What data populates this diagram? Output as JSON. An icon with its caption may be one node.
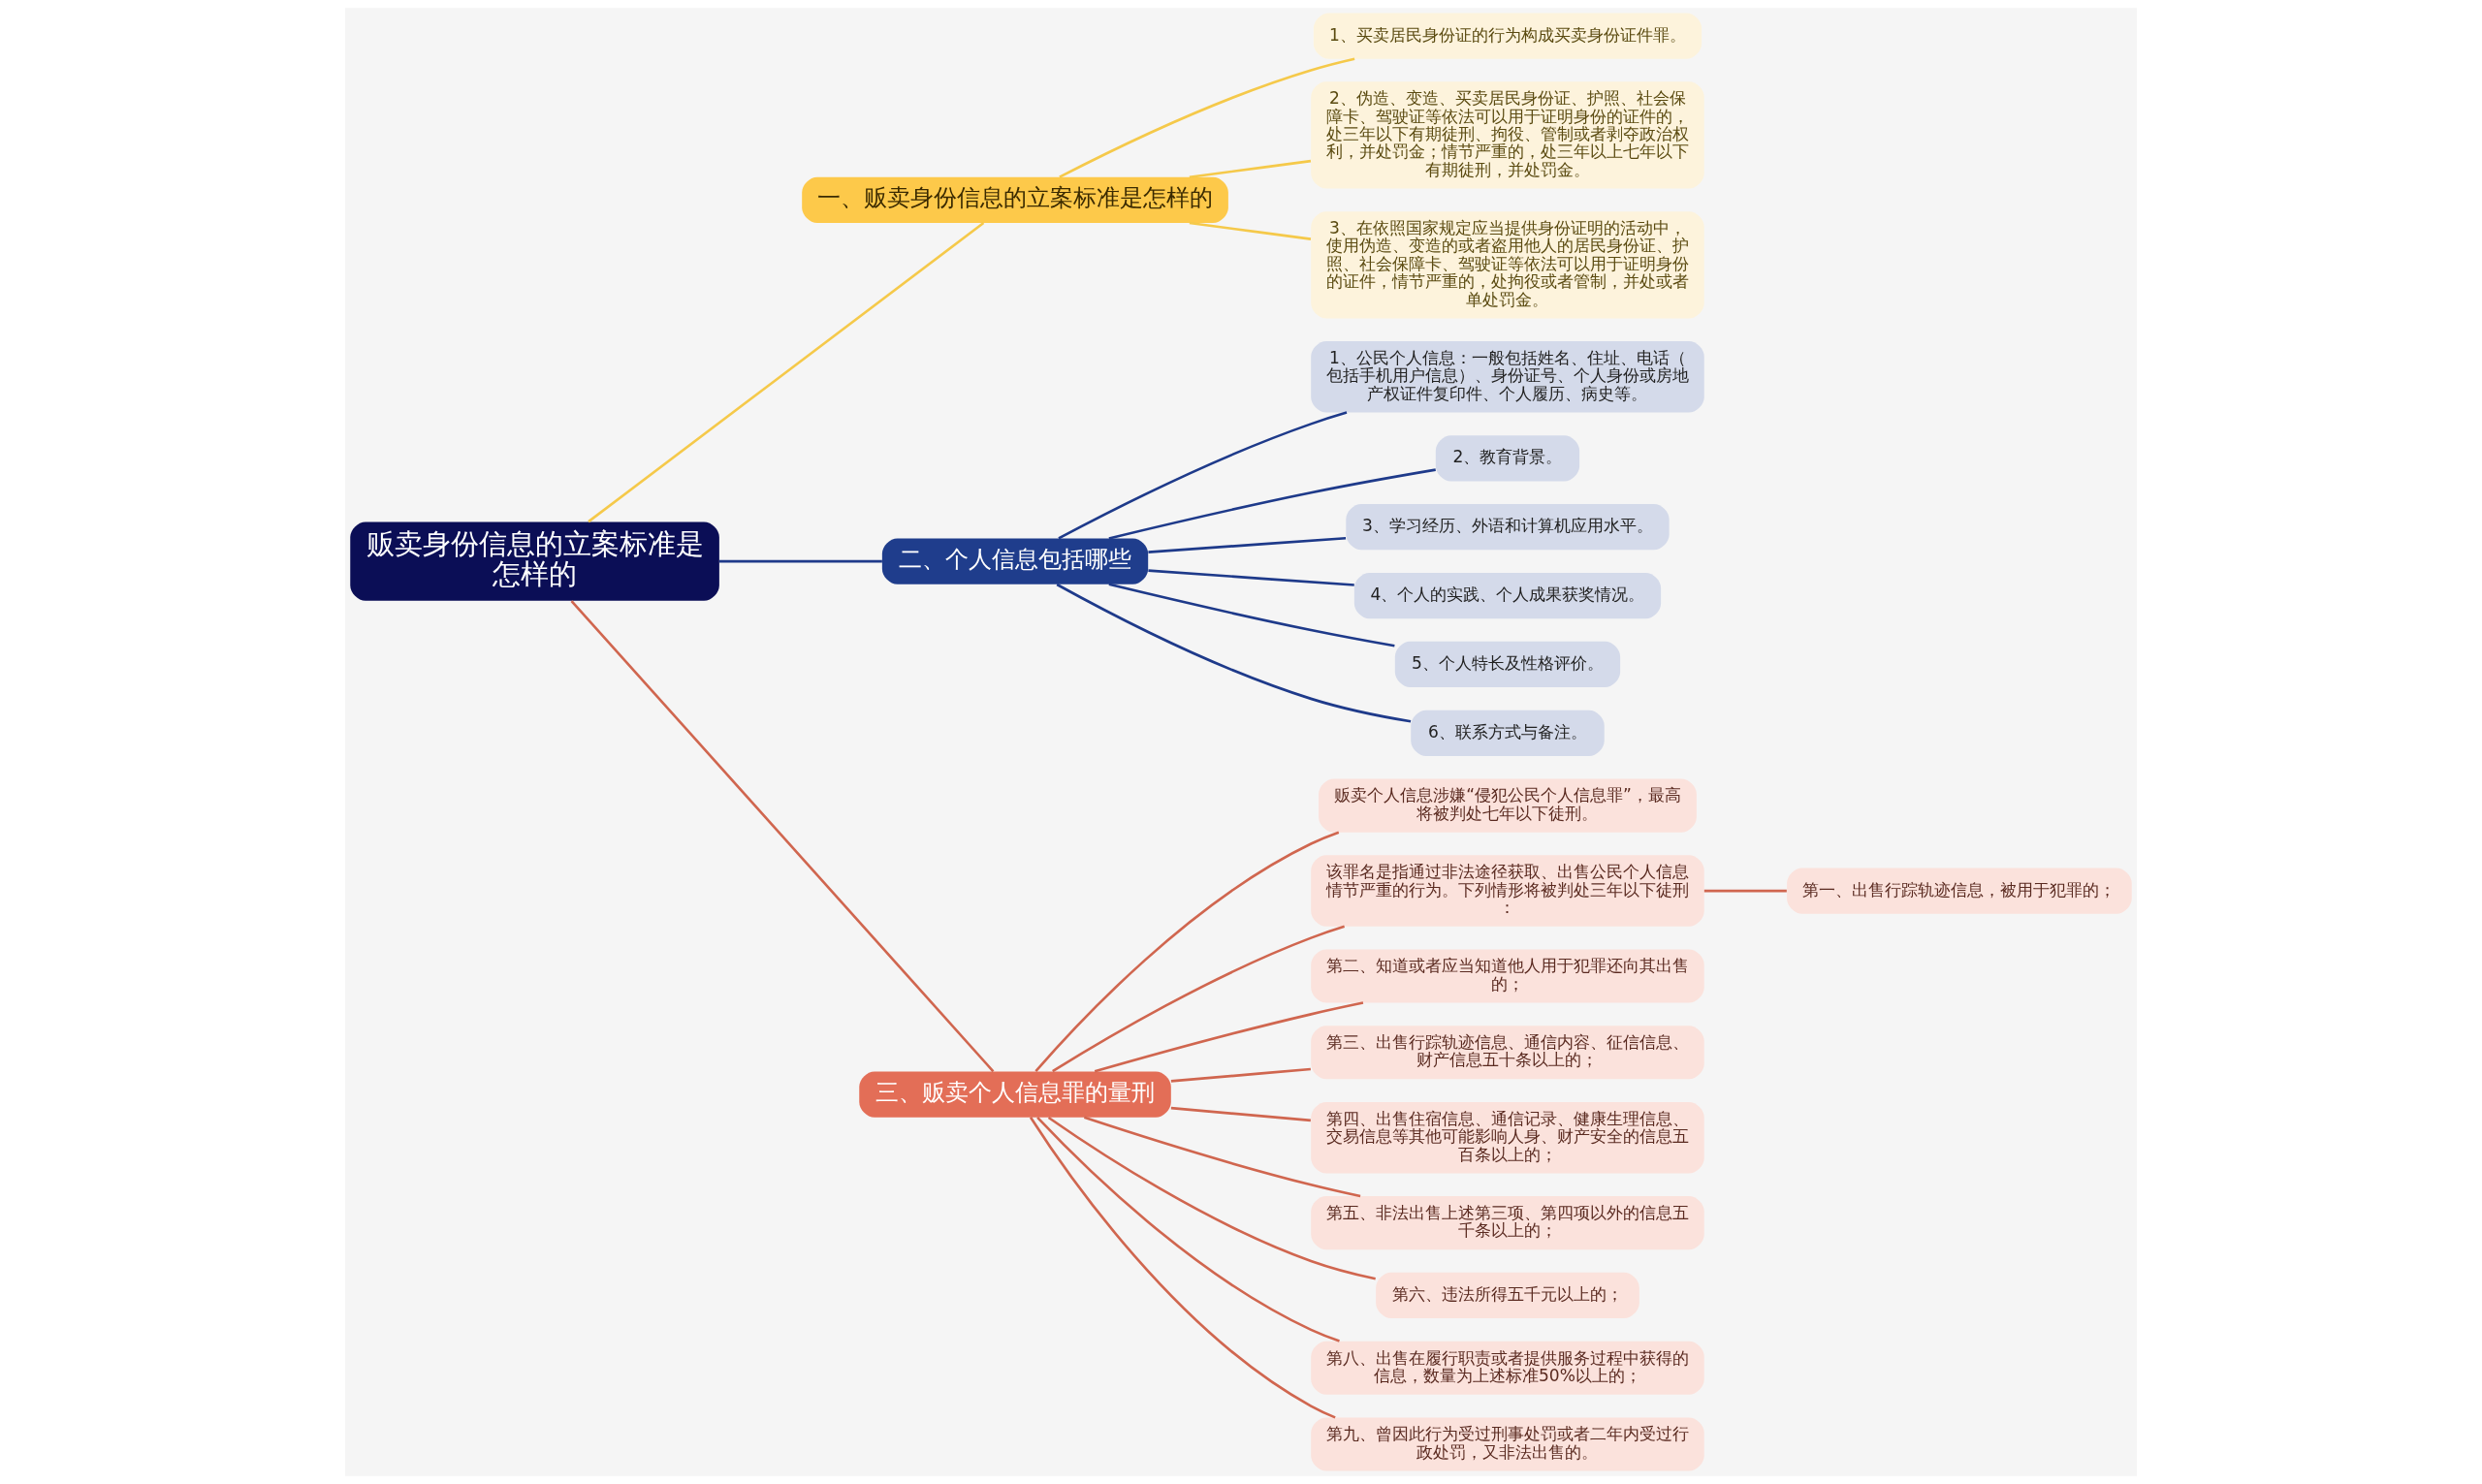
{
  "diagram": {
    "nodes": [
      {
        "text": [
          "贩卖身份信息的立案标准是怎样的"
        ]
      },
      {
        "text": [
          "一、贩卖身份信息的立案标准是怎样的"
        ]
      },
      {
        "text": [
          "1、买卖居民身份证的行为构成买卖身份证件罪。"
        ]
      },
      {
        "text": [
          "2、伪造、变造、买卖居民身份证、护照、社会保障卡、驾驶证等依法可以用于证明身份的证件的，处三年以下有期徒刑、拘役、管制或者剥夺政治权利，并处罚金；情节严重的，处三年以上七年以下有期徒刑，并处罚金。"
        ]
      },
      {
        "text": [
          "3、在依照国家规定应当提供身份证明的活动中，使用伪造、变造的或者盗用他人的居民身份证、护照、社会保障卡、驾驶证等依法可以用于证明身份的证件，情节严重的，处拘役或者管制，并处或者单处罚金。"
        ]
      },
      {
        "text": [
          "二、个人信息包括哪些"
        ]
      },
      {
        "text": [
          "1、公民个人信息：一般包括姓名、住址、电话（包括手机用户信息）、身份证号、个人身份或房地产权证件复印件、个人履历、病史等。"
        ]
      },
      {
        "text": [
          "2、教育背景。"
        ]
      },
      {
        "text": [
          "3、学习经历、外语和计算机应用水平。"
        ]
      },
      {
        "text": [
          "4、个人的实践、个人成果获奖情况。"
        ]
      },
      {
        "text": [
          "5、个人特长及性格评价。"
        ]
      },
      {
        "text": [
          "6、联系方式与备注。"
        ]
      },
      {
        "text": [
          "三、贩卖个人信息罪的量刑"
        ]
      },
      {
        "text": [
          "贩卖个人信息涉嫌“侵犯公民个人信息罪”，最高将被判处七年以下徒刑。"
        ]
      },
      {
        "text": [
          "该罪名是指通过非法途径获取、出售公民个人信息情节严重的行为。下列情形将被判处三年以下徒刑："
        ]
      },
      {
        "text": [
          "第一、出售行踪轨迹信息，被用于犯罪的；"
        ]
      },
      {
        "text": [
          "第二、知道或者应当知道他人用于犯罪还向其出售的；"
        ]
      },
      {
        "text": [
          "第三、出售行踪轨迹信息、通信内容、征信信息、财产信息五十条以上的；"
        ]
      },
      {
        "text": [
          "第四、出售住宿信息、通信记录、健康生理信息、交易信息等其他可能影响人身、财产安全的信息五百条以上的；"
        ]
      },
      {
        "text": [
          "第五、非法出售上述第三项、第四项以外的信息五千条以上的；"
        ]
      },
      {
        "text": [
          "第六、违法所得五千元以上的；"
        ]
      },
      {
        "text": [
          "第八、出售在履行职责或者提供服务过程中获得的信息，数量为上述标准50%以上的；"
        ]
      },
      {
        "text": [
          "第九、曾因此行为受过刑事处罚或者二年内受过行政处罚，又非法出售的。"
        ]
      }
    ],
    "edges": [
      {
        "from": 0,
        "to": 1,
        "arrow": "none",
        "color": "#f5c94a"
      },
      {
        "from": 1,
        "to": 2,
        "arrow": "none",
        "color": "#f5c94a"
      },
      {
        "from": 1,
        "to": 3,
        "arrow": "none",
        "color": "#f5c94a"
      },
      {
        "from": 1,
        "to": 4,
        "arrow": "none",
        "color": "#f5c94a"
      },
      {
        "from": 0,
        "to": 5,
        "arrow": "none",
        "color": "#1e3a8a"
      },
      {
        "from": 5,
        "to": 6,
        "arrow": "none",
        "color": "#1e3a8a"
      },
      {
        "from": 5,
        "to": 7,
        "arrow": "none",
        "color": "#1e3a8a"
      },
      {
        "from": 5,
        "to": 8,
        "arrow": "none",
        "color": "#1e3a8a"
      },
      {
        "from": 5,
        "to": 9,
        "arrow": "none",
        "color": "#1e3a8a"
      },
      {
        "from": 5,
        "to": 10,
        "arrow": "none",
        "color": "#1e3a8a"
      },
      {
        "from": 5,
        "to": 11,
        "arrow": "none",
        "color": "#1e3a8a"
      },
      {
        "from": 0,
        "to": 12,
        "arrow": "none"
      },
      {
        "from": 12,
        "to": 13,
        "arrow": "none"
      },
      {
        "from": 12,
        "to": 14,
        "arrow": "none"
      },
      {
        "from": 14,
        "to": 15,
        "arrow": "none"
      },
      {
        "from": 12,
        "to": 16,
        "arrow": "none"
      },
      {
        "from": 12,
        "to": 17,
        "arrow": "none"
      },
      {
        "from": 12,
        "to": 18,
        "arrow": "none"
      },
      {
        "from": 12,
        "to": 19,
        "arrow": "none"
      },
      {
        "from": 12,
        "to": 20,
        "arrow": "none"
      },
      {
        "from": 12,
        "to": 21,
        "arrow": "none"
      },
      {
        "from": 12,
        "to": 22,
        "arrow": "none"
      }
    ]
  }
}
